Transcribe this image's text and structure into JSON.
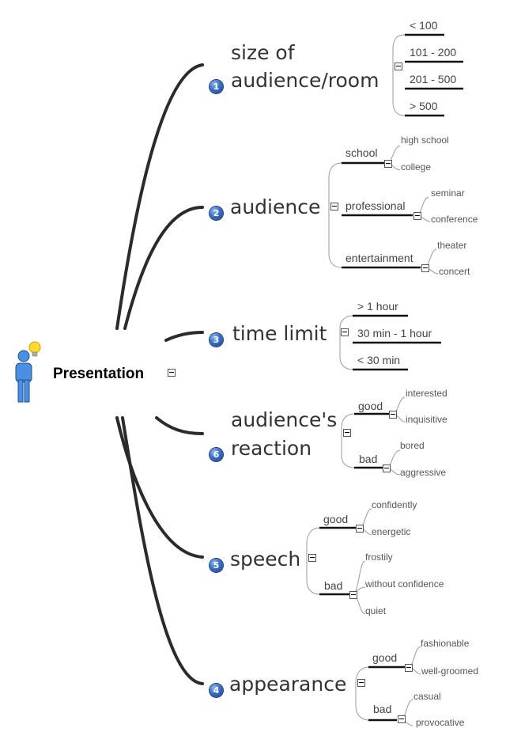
{
  "root": {
    "label": "Presentation",
    "icon": "person-idea-icon"
  },
  "branches": {
    "b1": {
      "number": "1",
      "title": [
        "size of",
        "audience/room"
      ],
      "ranges": [
        "< 100",
        "101 - 200",
        "201 - 500",
        "> 500"
      ]
    },
    "b2": {
      "number": "2",
      "title": "audience",
      "groups": [
        {
          "label": "school",
          "items": [
            "high school",
            "college"
          ]
        },
        {
          "label": "professional",
          "items": [
            "seminar",
            "conference"
          ]
        },
        {
          "label": "entertainment",
          "items": [
            "theater",
            "concert"
          ]
        }
      ]
    },
    "b3": {
      "number": "3",
      "title": "time limit",
      "ranges": [
        "> 1 hour",
        "30 min - 1 hour",
        "< 30 min"
      ]
    },
    "b6": {
      "number": "6",
      "title": [
        "audience's",
        "reaction"
      ],
      "groups": [
        {
          "label": "good",
          "items": [
            "interested",
            "inquisitive"
          ]
        },
        {
          "label": "bad",
          "items": [
            "bored",
            "aggressive"
          ]
        }
      ]
    },
    "b5": {
      "number": "5",
      "title": "speech",
      "groups": [
        {
          "label": "good",
          "items": [
            "confidently",
            "energetic"
          ]
        },
        {
          "label": "bad",
          "items": [
            "frostily",
            "without confidence",
            "quiet"
          ]
        }
      ]
    },
    "b4": {
      "number": "4",
      "title": "appearance",
      "groups": [
        {
          "label": "good",
          "items": [
            "fashionable",
            "well-groomed"
          ]
        },
        {
          "label": "bad",
          "items": [
            "casual",
            "provocative"
          ]
        }
      ]
    }
  },
  "colors": {
    "trunk": "#2b2b2b",
    "thin": "#9a9a9a",
    "badge": "#2f5fb3"
  }
}
